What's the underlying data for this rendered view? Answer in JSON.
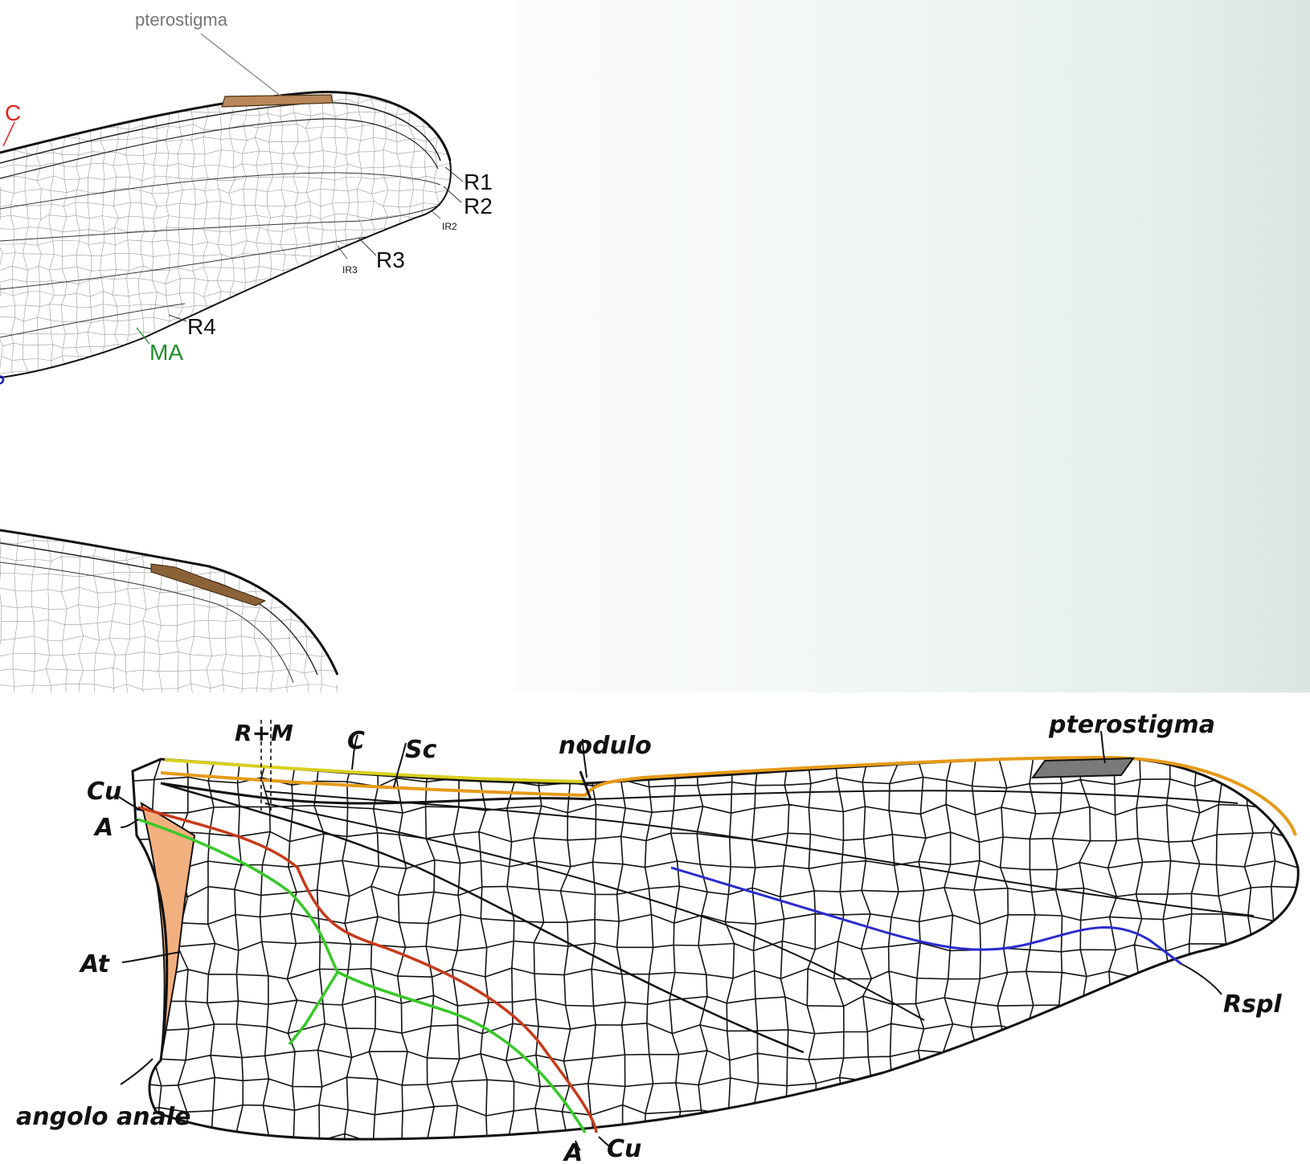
{
  "top_panel": {
    "labels": {
      "pterostigma": "pterostigma",
      "C": "C",
      "R1": "R1",
      "R2": "R2",
      "IR2": "IR2",
      "IR3": "IR3",
      "R3": "R3",
      "R4": "R4",
      "MA": "MA",
      "P": "P"
    },
    "colors": {
      "C": "#e0231f",
      "MA": "#1e8c2a",
      "P": "#1a1ad0",
      "pterostigma": "#b8875a",
      "vein": "#1a1a1a",
      "pterostigma_label": "#777777"
    }
  },
  "bottom_panel": {
    "labels": {
      "R_M": "R+M",
      "C": "C",
      "Sc": "Sc",
      "nodulo": "nodulo",
      "pterostigma": "pterostigma",
      "Cu_top": "Cu",
      "A_top": "A",
      "At": "At",
      "Rspl": "Rspl",
      "angolo_anale": "angolo anale",
      "A_bottom": "A",
      "Cu_bottom": "Cu"
    },
    "colors": {
      "C": "#d8d020",
      "Sc": "#e69a18",
      "Cu": "#c83a1a",
      "A": "#38c828",
      "Rspl": "#2a2ad0",
      "anal_triangle": "#f2b07e",
      "pterostigma": "#7a7a7a",
      "vein": "#111111"
    }
  }
}
